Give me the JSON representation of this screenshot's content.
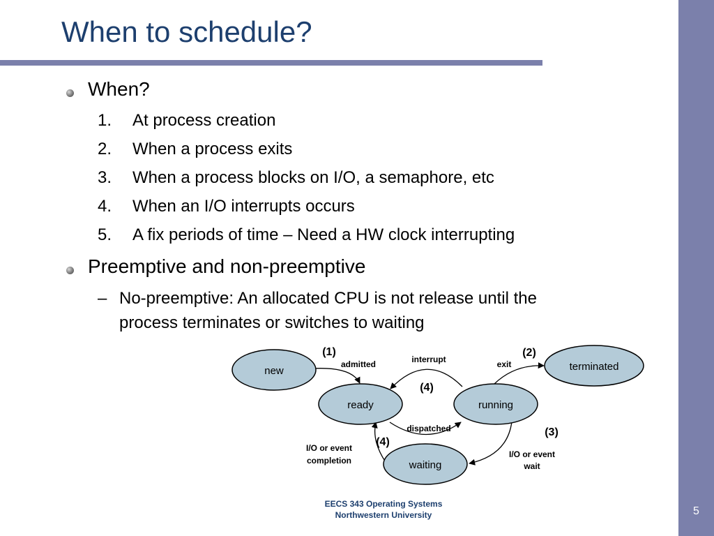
{
  "slide": {
    "title": "When to schedule?",
    "bullets": [
      {
        "text": "When?",
        "items": [
          {
            "num": "1.",
            "text": "At process creation"
          },
          {
            "num": "2.",
            "text": "When a process exits"
          },
          {
            "num": "3.",
            "text": "When a process blocks on I/O, a semaphore, etc"
          },
          {
            "num": "4.",
            "text": "When an I/O interrupts occurs"
          },
          {
            "num": "5.",
            "text": "A fix periods of time – Need  a HW clock interrupting"
          }
        ]
      },
      {
        "text": "Preemptive and non-preemptive",
        "sub": {
          "dash": "–",
          "line1": "No-preemptive: An allocated CPU is not release until the",
          "line2": "process terminates or switches to waiting"
        }
      }
    ],
    "footer": {
      "line1": "EECS 343 Operating Systems",
      "line2": "Northwestern University"
    },
    "page_number": "5"
  },
  "diagram": {
    "states": {
      "new": "new",
      "ready": "ready",
      "running": "running",
      "waiting": "waiting",
      "terminated": "terminated"
    },
    "transitions": {
      "admitted": "admitted",
      "interrupt": "interrupt",
      "exit": "exit",
      "dispatched": "dispatched",
      "io_completion_1": "I/O or event",
      "io_completion_2": "completion",
      "io_wait_1": "I/O or event",
      "io_wait_2": "wait"
    },
    "markers": {
      "m1": "(1)",
      "m2": "(2)",
      "m3": "(3)",
      "m4_top": "(4)",
      "m4_bottom": "(4)"
    }
  },
  "colors": {
    "accent": "#7b80ab",
    "title": "#1d3f6e",
    "node_fill": "#b4cbd8"
  }
}
